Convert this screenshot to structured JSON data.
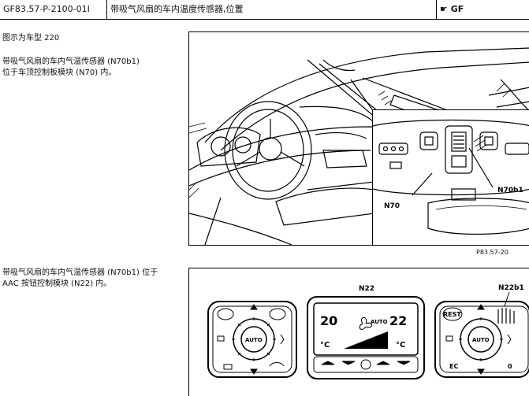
{
  "header": {
    "doc_id": "GF83.57-P-2100-01I",
    "title": "带吸气风扇的车内温度传感器,位置",
    "badge": "GF"
  },
  "text": {
    "model_note": "图示为车型 220",
    "desc1_line1": "带吸气风扇的车内气温传感器 (N70b1)",
    "desc1_line2": "位于车顶控制板模块 (N70) 内。",
    "desc2_line1": "带吸气风扇的车内气温传感器 (N70b1) 位于",
    "desc2_line2": "AAC 按钮控制模块 (N22) 内。"
  },
  "figure1": {
    "label_sensor": "N70b1",
    "label_module": "N70",
    "ref": "P83.57-20"
  },
  "figure2": {
    "label_module": "N22",
    "label_sensor": "N22b1",
    "display_left_temp": "20",
    "display_right_temp": "22",
    "display_mode": "AUTO",
    "unit_left": "°C",
    "unit_right": "°C",
    "btn_auto_left": "AUTO",
    "btn_auto_right": "AUTO",
    "btn_rest": "REST",
    "btn_ec": "EC",
    "btn_zero": "0"
  }
}
